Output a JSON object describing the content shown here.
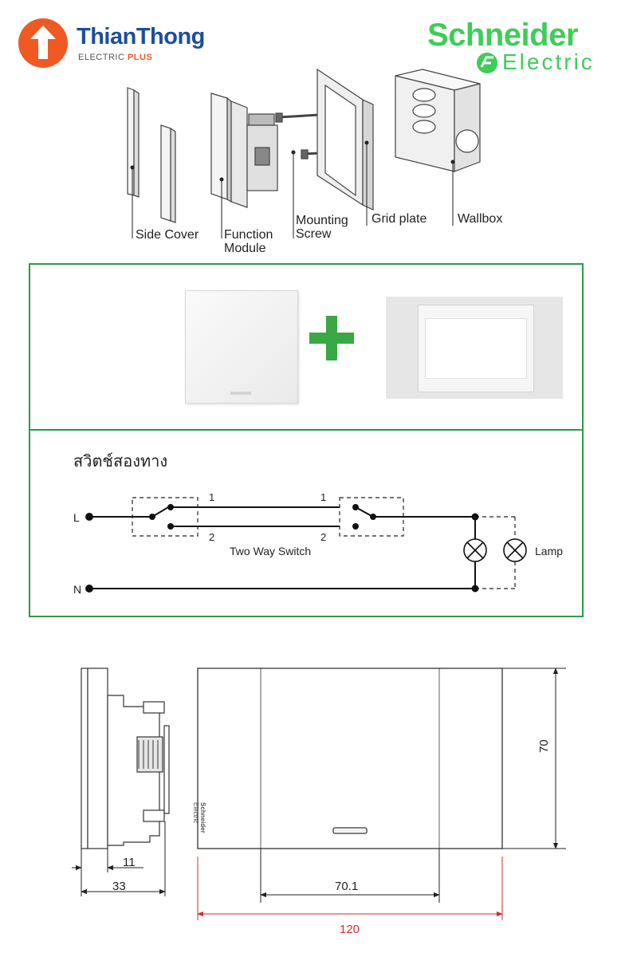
{
  "brand_left": {
    "name": "ThianThong",
    "sub_a": "ELECTRIC",
    "sub_b": "PLUS"
  },
  "brand_right": {
    "name": "Schneider",
    "sub": "Electric"
  },
  "exploded_labels": {
    "side_cover": "Side Cover",
    "function_module_1": "Function",
    "function_module_2": "Module",
    "mounting_screw_1": "Mounting",
    "mounting_screw_2": "Screw",
    "grid_plate": "Grid plate",
    "wallbox": "Wallbox"
  },
  "wiring": {
    "title": "สวิตช์สองทาง",
    "line_l": "L",
    "line_n": "N",
    "term_1a": "1",
    "term_1b": "1",
    "term_2a": "2",
    "term_2b": "2",
    "switch_caption": "Two Way Switch",
    "lamp": "Lamp"
  },
  "dimensions": {
    "depth_total": "33",
    "depth_front": "11",
    "height": "70",
    "module_width": "70.1",
    "total_width": "120",
    "plate_logo_1": "Schneider",
    "plate_logo_2": "Electric"
  },
  "colors": {
    "accent_green": "#2e9a48",
    "plus_green": "#3aa845",
    "dimension_red": "#d62b2b",
    "logo_orange": "#f05a22",
    "logo_blue": "#1d4e9e"
  }
}
